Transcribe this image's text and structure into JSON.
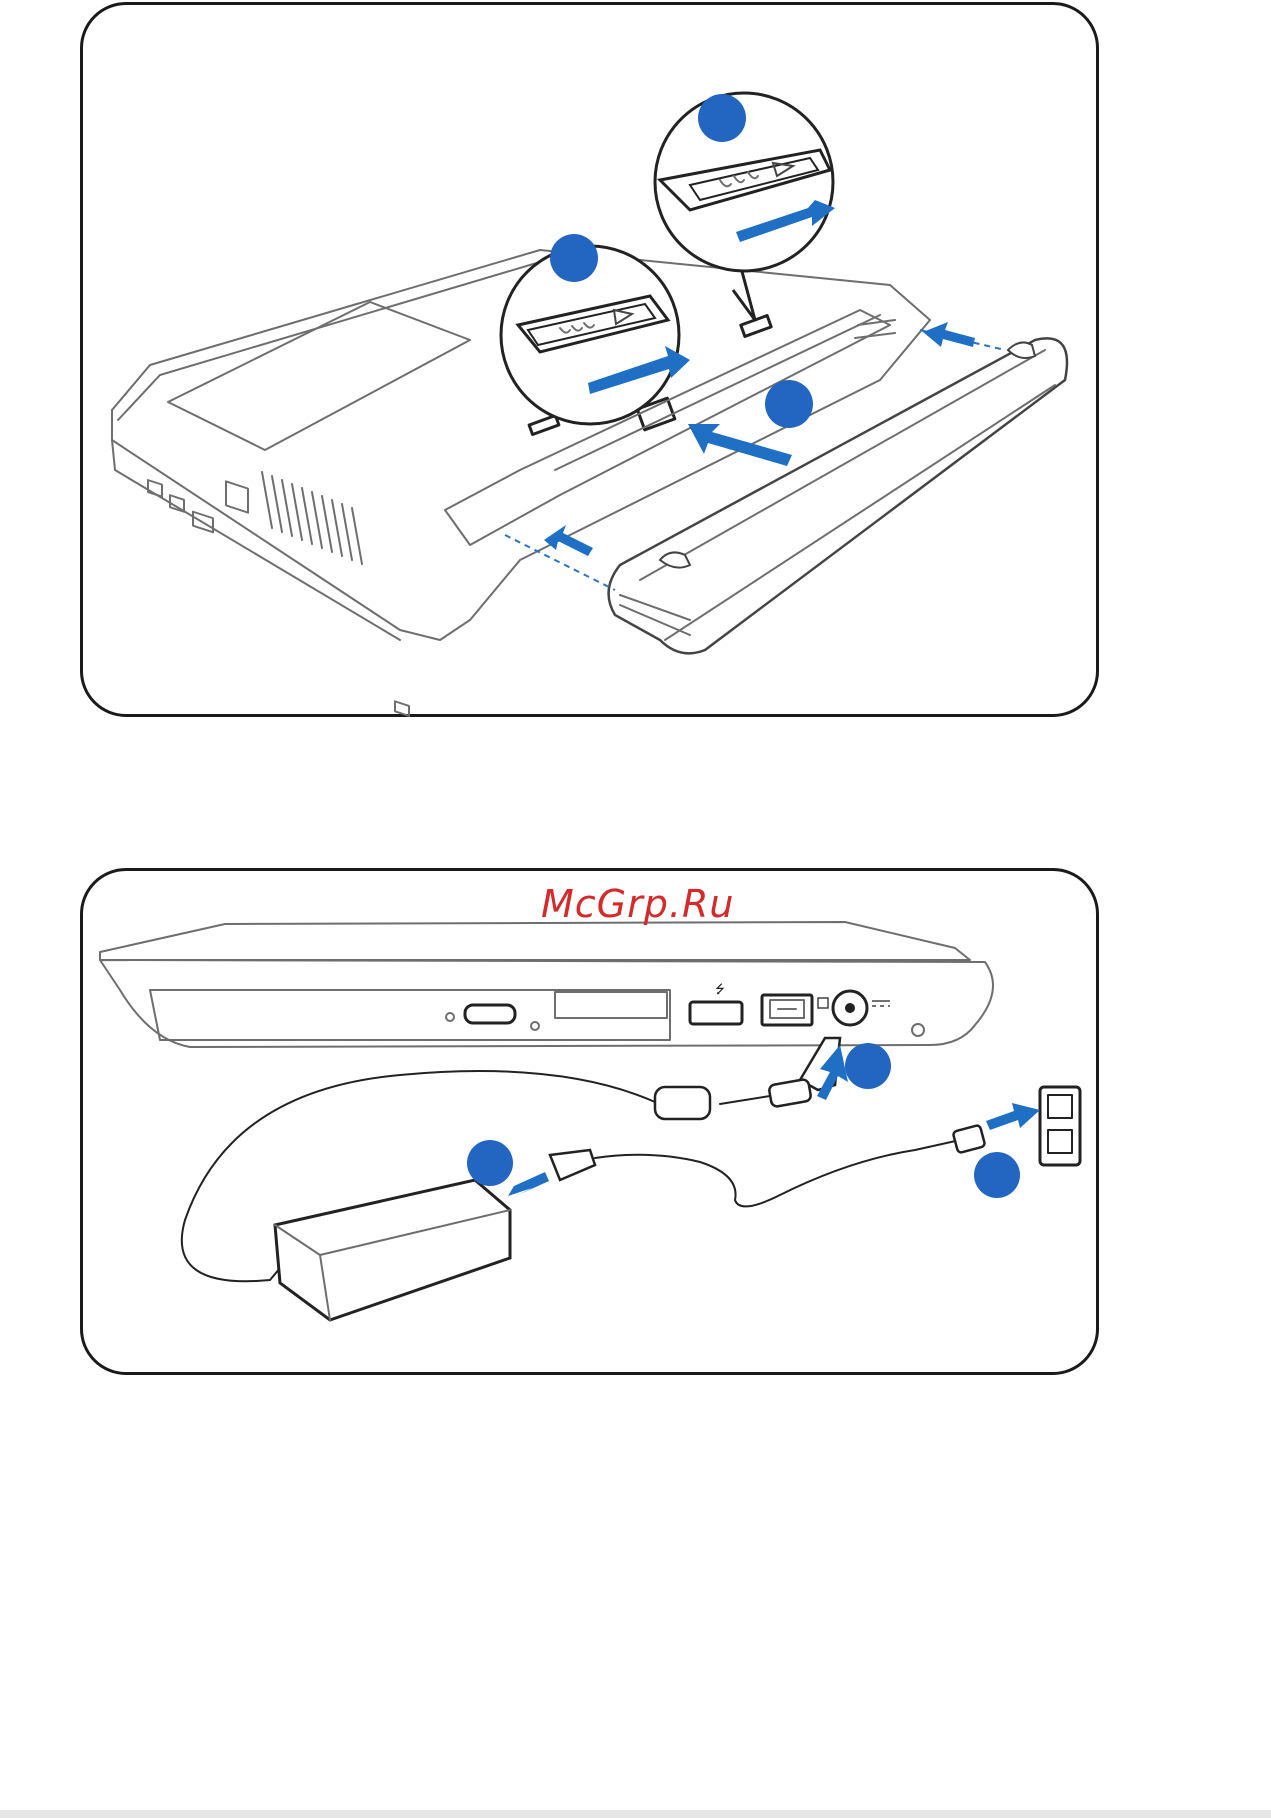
{
  "watermark": "McGrp.Ru",
  "figures": [
    {
      "name": "battery-installation",
      "step_markers": 3,
      "arrow_color": "#1f6fc4",
      "marker_color": "#2266c2"
    },
    {
      "name": "power-adapter-connection",
      "step_markers": 3,
      "arrow_color": "#1f6fc4",
      "marker_color": "#2266c2"
    }
  ],
  "port_icons": [
    "usb-icon",
    "network-icon",
    "dc-in-icon"
  ]
}
